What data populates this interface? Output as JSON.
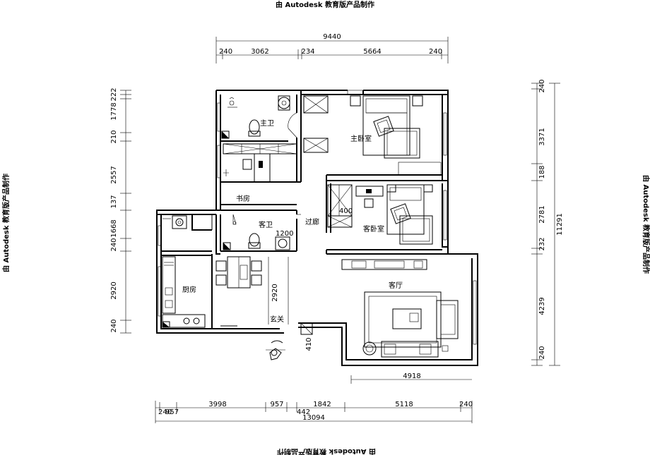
{
  "watermark": "由 Autodesk 教育版产品制作",
  "rooms": {
    "master_bath": "主卫",
    "master_bedroom": "主卧室",
    "study": "书房",
    "guest_bath": "客卫",
    "corridor": "过廊",
    "guest_bedroom": "客卧室",
    "kitchen": "厨房",
    "living_room": "客厅",
    "entrance": "玄关"
  },
  "dims": {
    "top_total": "9440",
    "top_240a": "240",
    "top_3062": "3062",
    "top_234": "234",
    "top_5664": "5664",
    "top_240b": "240",
    "bot_240a": "240",
    "bot_957a": "957",
    "bot_3998": "3998",
    "bot_957b": "957",
    "bot_442": "442",
    "bot_1842": "1842",
    "bot_5118": "5118",
    "bot_240b": "240",
    "bot_total": "13094",
    "inner_4918": "4918",
    "left_1778": "1778",
    "left_222": "222",
    "left_210": "210",
    "left_2557": "2557",
    "left_137": "137",
    "left_1668": "1668",
    "left_240a": "240",
    "left_2920": "2920",
    "left_240b": "240",
    "right_240a": "240",
    "right_3371": "3371",
    "right_188": "188",
    "right_2781": "2781",
    "right_232": "232",
    "right_4239": "4239",
    "right_240b": "240",
    "right_total": "11291",
    "inner_2920": "2920",
    "inner_1200": "1200",
    "inner_400": "400",
    "inner_410": "410"
  }
}
